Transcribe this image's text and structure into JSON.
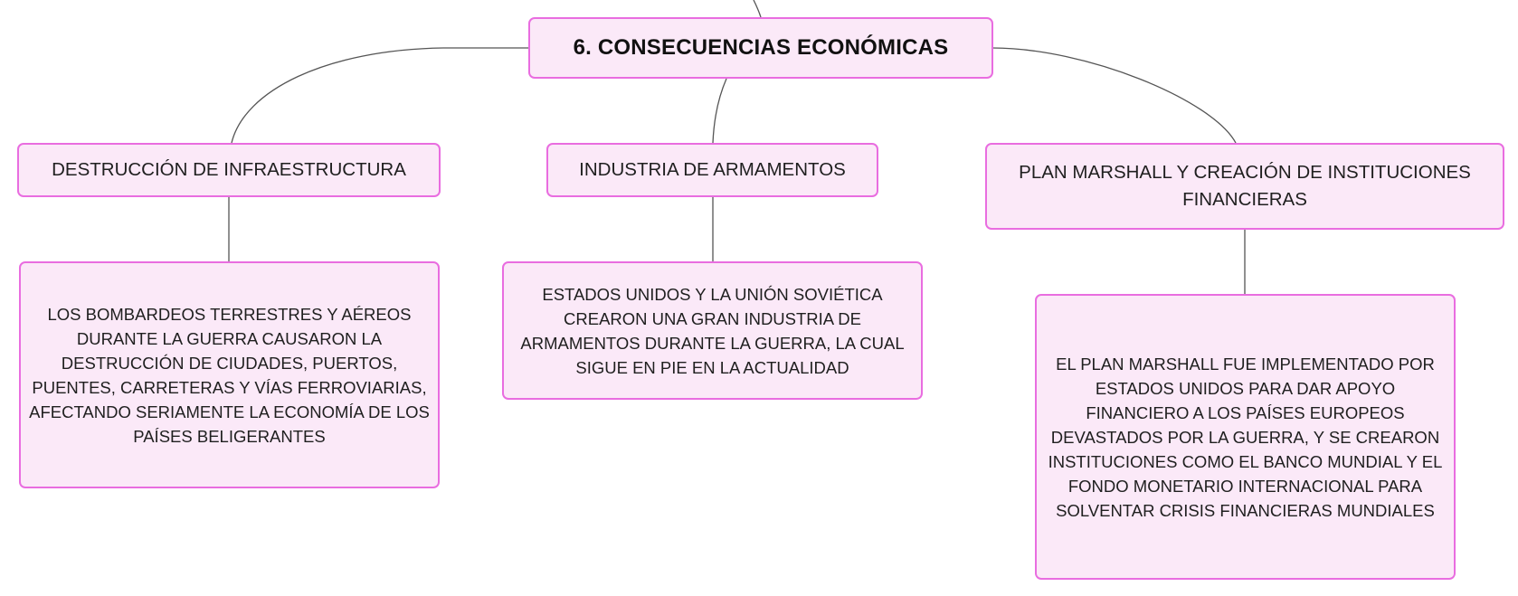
{
  "diagram": {
    "root": {
      "label": "6. CONSECUENCIAS ECONÓMICAS"
    },
    "branches": [
      {
        "topic": "DESTRUCCIÓN DE INFRAESTRUCTURA",
        "detail": "LOS BOMBARDEOS TERRESTRES Y AÉREOS DURANTE LA GUERRA CAUSARON LA DESTRUCCIÓN DE CIUDADES, PUERTOS, PUENTES, CARRETERAS Y VÍAS FERROVIARIAS, AFECTANDO SERIAMENTE LA ECONOMÍA DE LOS PAÍSES BELIGERANTES"
      },
      {
        "topic": "INDUSTRIA DE ARMAMENTOS",
        "detail": "ESTADOS UNIDOS Y LA UNIÓN SOVIÉTICA CREARON UNA GRAN INDUSTRIA DE ARMAMENTOS DURANTE LA GUERRA, LA CUAL SIGUE EN PIE EN LA ACTUALIDAD"
      },
      {
        "topic": "PLAN MARSHALL Y CREACIÓN DE INSTITUCIONES FINANCIERAS",
        "detail": "EL PLAN MARSHALL FUE IMPLEMENTADO POR ESTADOS UNIDOS PARA DAR APOYO FINANCIERO A LOS PAÍSES EUROPEOS DEVASTADOS POR LA GUERRA, Y SE CREARON INSTITUCIONES COMO EL BANCO MUNDIAL Y EL FONDO MONETARIO INTERNACIONAL PARA SOLVENTAR CRISIS FINANCIERAS MUNDIALES"
      }
    ]
  },
  "colors": {
    "node_border": "#e96de0",
    "node_fill": "#fbe9f8",
    "connector": "#555555",
    "text": "#1f1f1f"
  }
}
